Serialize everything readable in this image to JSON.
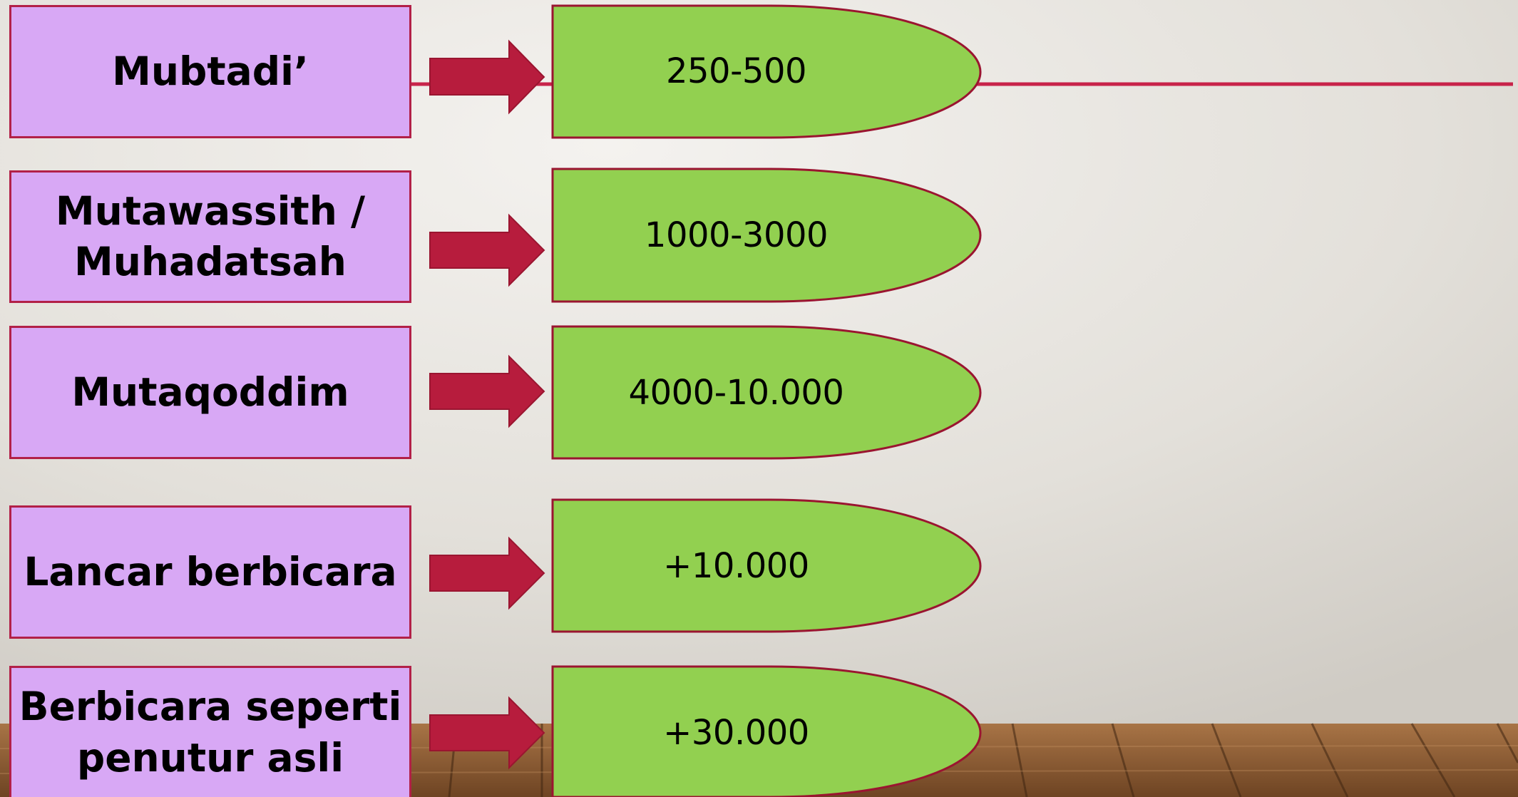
{
  "colors": {
    "level_fill": "#d8a8f5",
    "level_border": "#b22048",
    "count_fill": "#92d050",
    "arrow": "#b71c3d",
    "connector_line": "#c8234a",
    "wall": "#e8e5e0",
    "floor": "#8a5a34"
  },
  "icons": {
    "arrow": "right-arrow-icon"
  },
  "rows": [
    {
      "level_lines": [
        "Mubtadi’"
      ],
      "count": "250-500"
    },
    {
      "level_lines": [
        "Mutawassith /",
        "Muhadatsah"
      ],
      "count": "1000-3000"
    },
    {
      "level_lines": [
        "Mutaqoddim"
      ],
      "count": "4000-10.000"
    },
    {
      "level_lines": [
        "Lancar berbicara"
      ],
      "count": "+10.000"
    },
    {
      "level_lines": [
        "Berbicara seperti",
        "penutur asli"
      ],
      "count": "+30.000"
    }
  ]
}
